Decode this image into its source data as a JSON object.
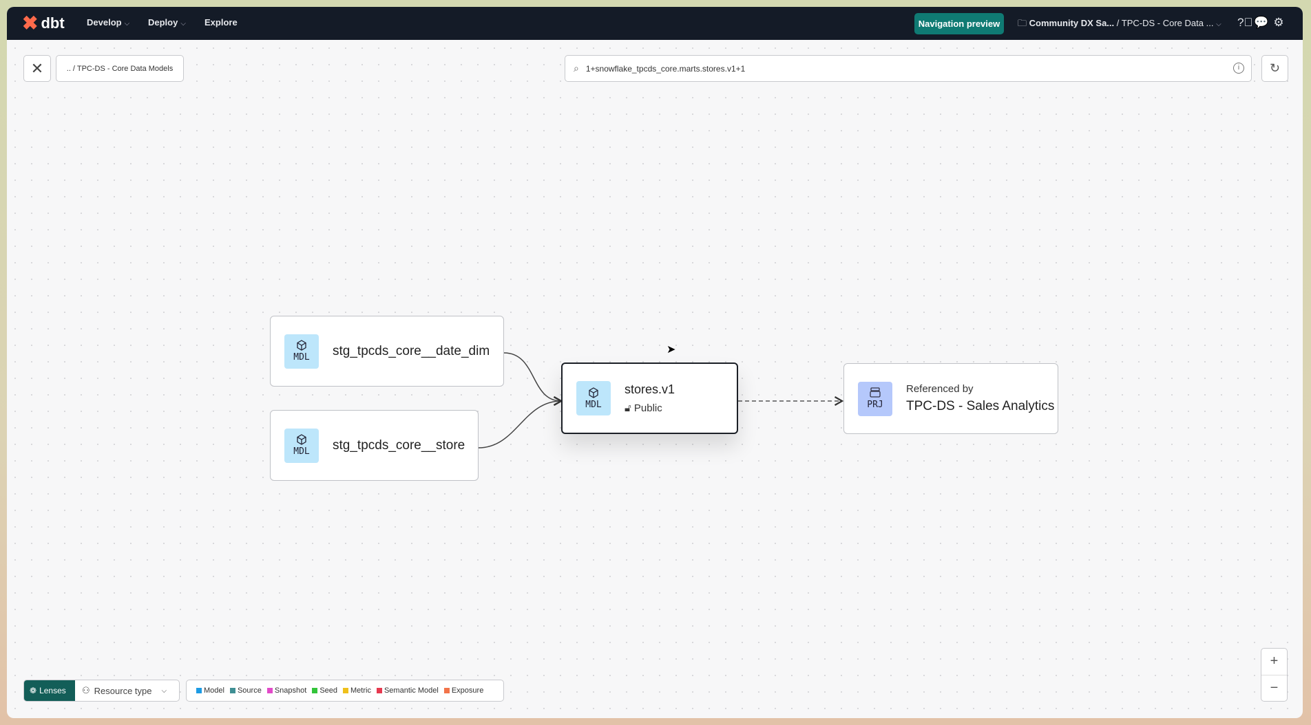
{
  "header": {
    "logo": "dbt",
    "nav": [
      {
        "label": "Develop"
      },
      {
        "label": "Deploy"
      },
      {
        "label": "Explore"
      }
    ],
    "nav_preview": "Navigation preview",
    "account": "Community DX Sa...",
    "separator": "/",
    "project": "TPC-DS - Core Data ..."
  },
  "toolbar": {
    "breadcrumb": ".. / TPC-DS - Core Data Models",
    "search_value": "1+snowflake_tpcds_core.marts.stores.v1+1"
  },
  "nodes": [
    {
      "badge": "MDL",
      "label": "stg_tpcds_core__date_dim"
    },
    {
      "badge": "MDL",
      "label": "stg_tpcds_core__store"
    },
    {
      "badge": "MDL",
      "label": "stores.v1",
      "access": "Public"
    },
    {
      "badge": "PRJ",
      "caption": "Referenced by",
      "label": "TPC-DS - Sales Analytics"
    }
  ],
  "bottom": {
    "lenses": "Lenses",
    "resource_type": "Resource type",
    "legend": [
      {
        "label": "Model",
        "color": "#1d9be4"
      },
      {
        "label": "Source",
        "color": "#3f8f94"
      },
      {
        "label": "Snapshot",
        "color": "#e24bc9"
      },
      {
        "label": "Seed",
        "color": "#33c43a"
      },
      {
        "label": "Metric",
        "color": "#efc01c"
      },
      {
        "label": "Semantic Model",
        "color": "#e6394f"
      },
      {
        "label": "Exposure",
        "color": "#f2744a"
      }
    ]
  },
  "zoom": {
    "in": "+",
    "out": "−"
  },
  "colors": {
    "model_badge": "#bde6fb",
    "project_badge": "#b5c8fb",
    "accent": "#0f7a73"
  }
}
